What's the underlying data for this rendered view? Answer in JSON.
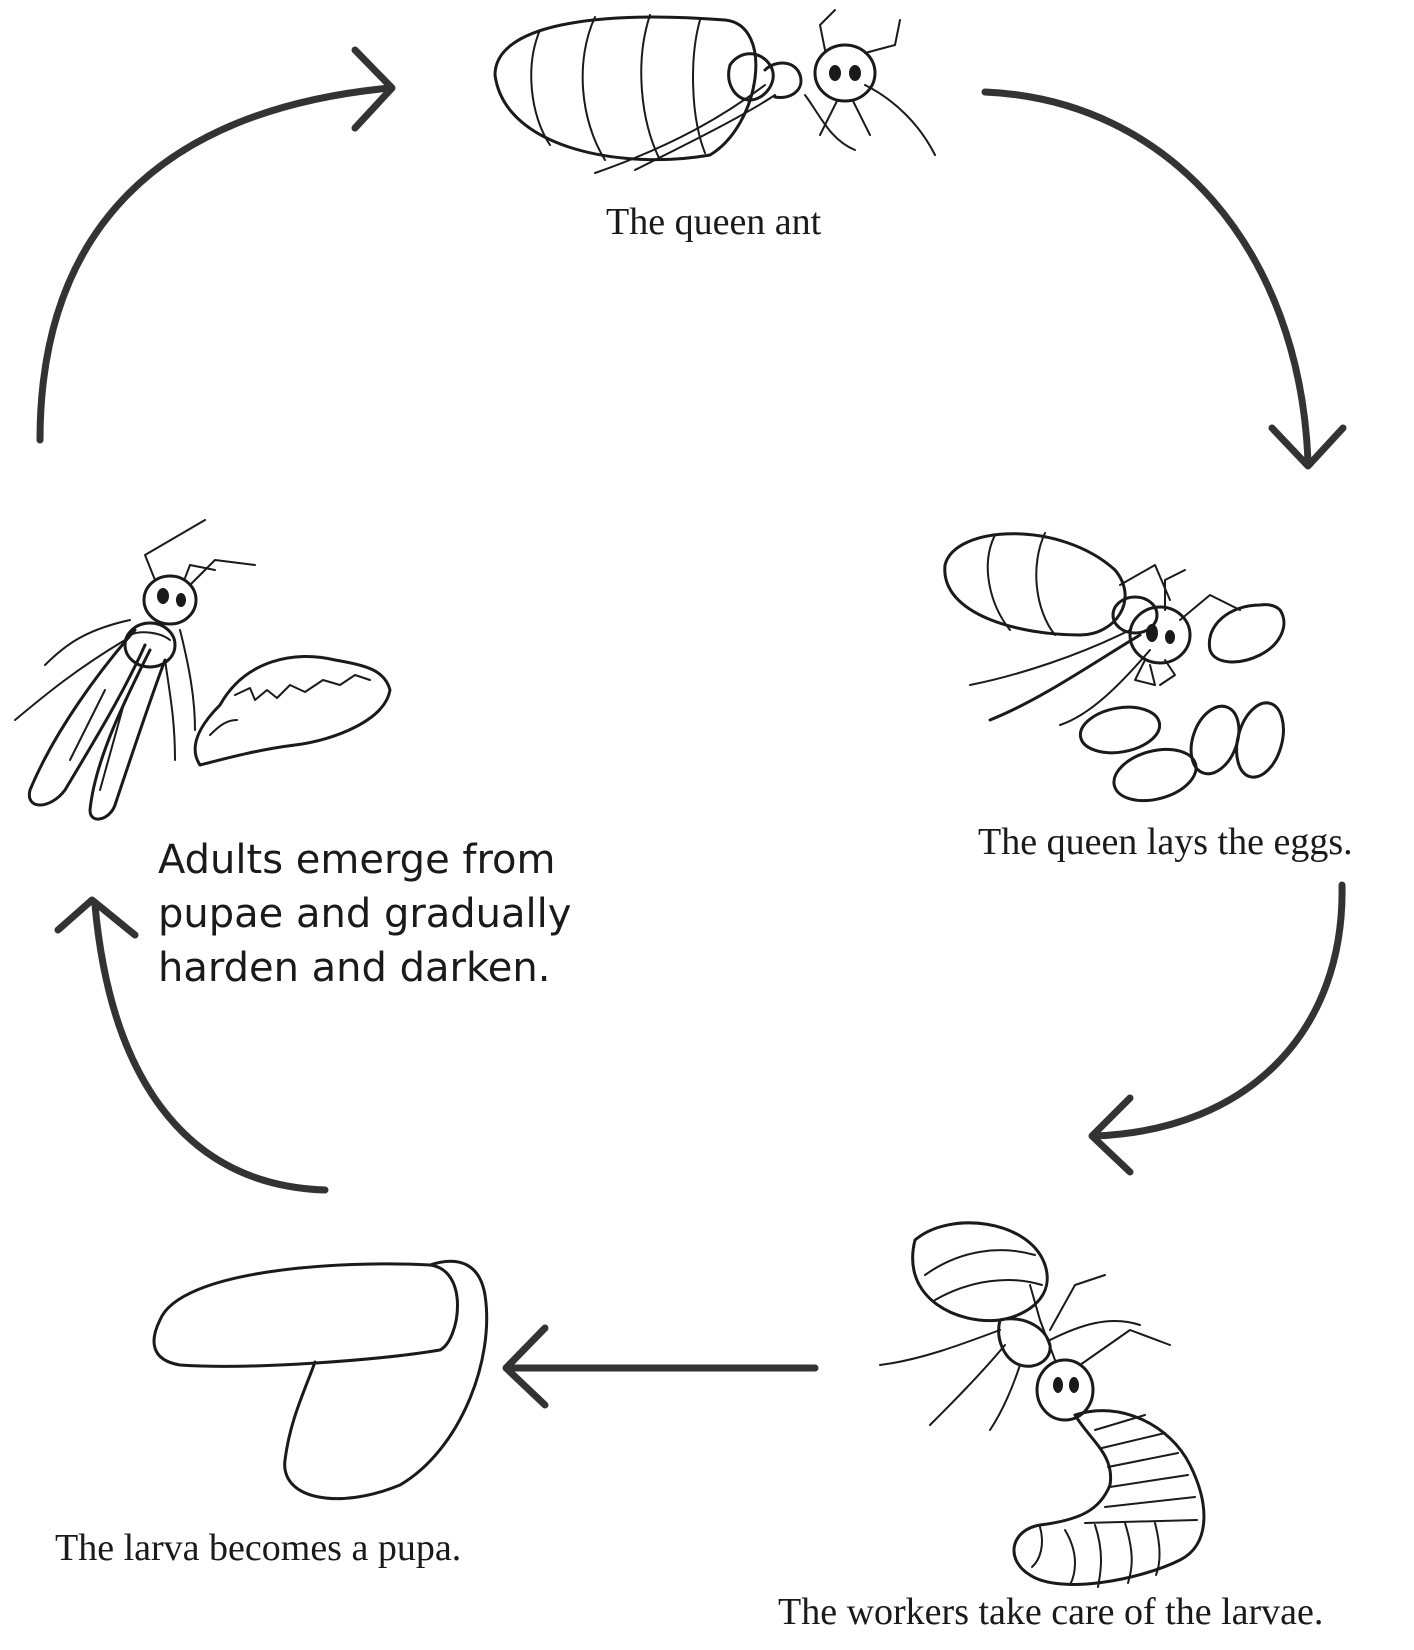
{
  "diagram": {
    "stages": {
      "queen": {
        "caption": "The queen ant",
        "icon": "queen-ant-icon"
      },
      "eggs": {
        "caption": "The queen lays the eggs.",
        "icon": "queen-with-eggs-icon"
      },
      "larvae": {
        "caption": "The workers take care of the larvae.",
        "icon": "worker-with-larva-icon"
      },
      "pupa": {
        "caption": "The larva becomes a pupa.",
        "icon": "pupa-icon"
      },
      "adult": {
        "caption_lines": [
          "Adults emerge from",
          "pupae and gradually",
          "harden and darken."
        ],
        "icon": "winged-adult-ant-icon"
      }
    },
    "colors": {
      "line": "#1a1a1a",
      "arrow": "#333333",
      "background": "#ffffff"
    }
  }
}
